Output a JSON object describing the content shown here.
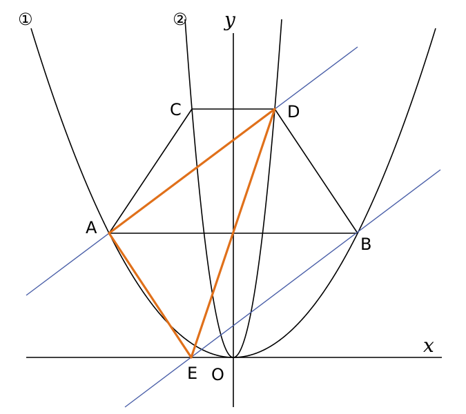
{
  "curves": {
    "curve_1_label": "①",
    "curve_2_label": "②"
  },
  "axes": {
    "x_label": "x",
    "y_label": "y"
  },
  "points": {
    "A": "A",
    "B": "B",
    "C": "C",
    "D": "D",
    "E": "E",
    "O": "O"
  },
  "colors": {
    "curve": "#000000",
    "blue_line": "#4a5fa8",
    "orange_line": "#e0701a"
  }
}
